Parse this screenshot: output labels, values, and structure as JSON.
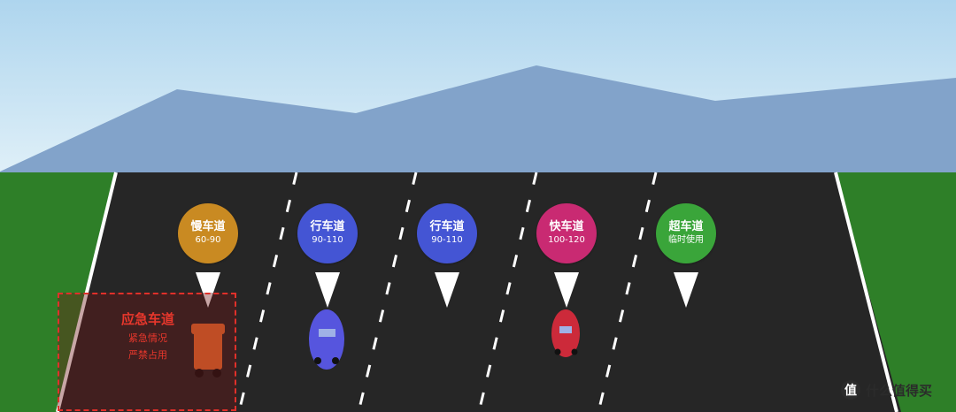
{
  "scene": {
    "sky_color_top": "#b4d8ee",
    "mountain_color": "#82a3ca",
    "grass_color": "#2e7f28",
    "road_color": "#262626",
    "marking_color": "#ffffff"
  },
  "lanes": [
    {
      "name": "慢车道",
      "speed": "60-90",
      "color": "#c98a22"
    },
    {
      "name": "行车道",
      "speed": "90-110",
      "color": "#4455d4"
    },
    {
      "name": "行车道",
      "speed": "90-110",
      "color": "#4455d4"
    },
    {
      "name": "快车道",
      "speed": "100-120",
      "color": "#c92a72"
    },
    {
      "name": "超车道",
      "speed": "临时使用",
      "color": "#3aa53a"
    }
  ],
  "emergency": {
    "title": "应急车道",
    "line1": "紧急情况",
    "line2": "严禁占用",
    "color": "#e0302a"
  },
  "vehicles": [
    {
      "name": "truck",
      "color": "#f07030"
    },
    {
      "name": "blue-car",
      "color": "#5655de"
    },
    {
      "name": "red-car",
      "color": "#cc2a3a"
    }
  ],
  "watermark": {
    "logo": "值",
    "text": "什么值得买"
  }
}
